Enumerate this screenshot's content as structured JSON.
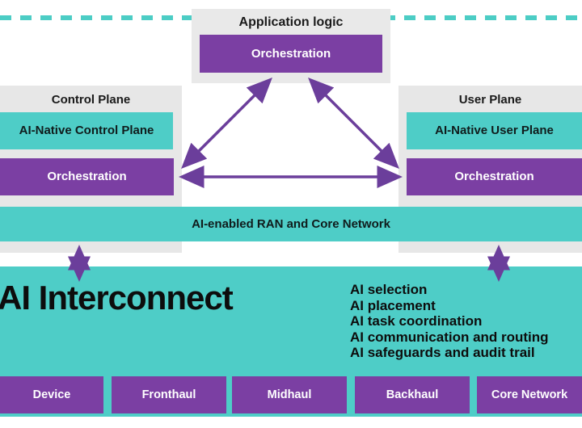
{
  "app_logic": {
    "title": "Application logic",
    "orchestration_label": "Orchestration"
  },
  "control_plane": {
    "title": "Control Plane",
    "native_label": "AI-Native Control Plane",
    "orchestration_label": "Orchestration"
  },
  "user_plane": {
    "title": "User Plane",
    "native_label": "AI-Native User Plane",
    "orchestration_label": "Orchestration"
  },
  "ran_bar": {
    "label": "AI-enabled RAN and Core Network"
  },
  "interconnect": {
    "title": "AI Interconnect",
    "capabilities": [
      "AI selection",
      "AI placement",
      "AI task coordination",
      "AI communication and routing",
      "AI safeguards and audit trail"
    ]
  },
  "transport": {
    "segments": [
      "Device",
      "Fronthaul",
      "Midhaul",
      "Backhaul",
      "Core Network"
    ]
  },
  "colors": {
    "teal": "#4ecdc7",
    "purple_box": "#7b3fa3",
    "arrow_purple": "#6b3e9b",
    "gray_box": "#e7e7e7",
    "dashed_line": "#4ccdc5"
  }
}
